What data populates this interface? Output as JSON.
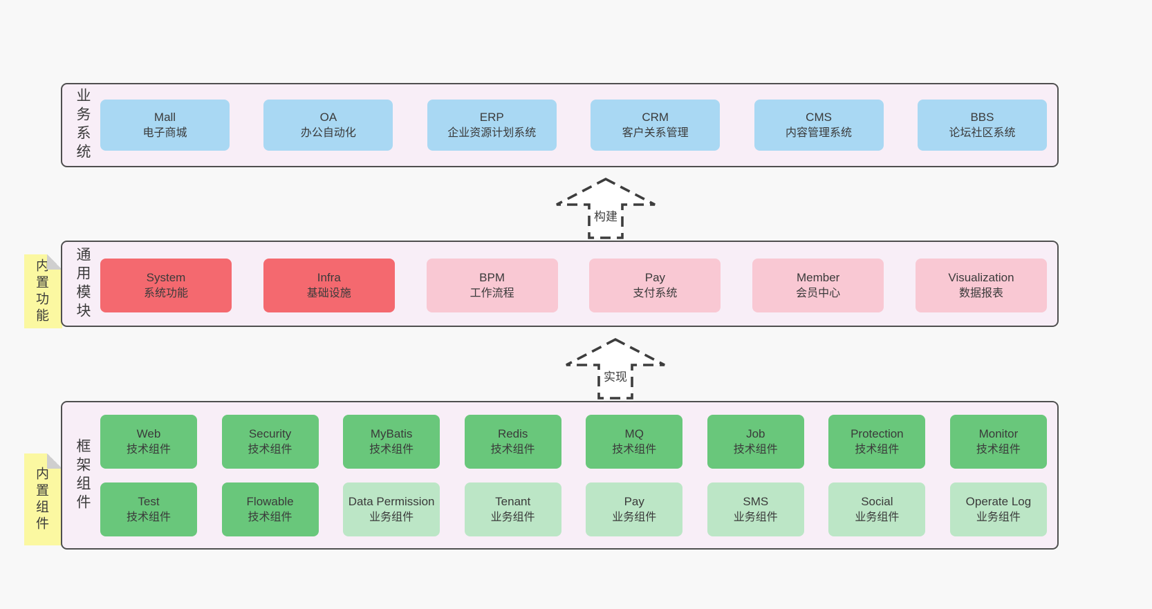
{
  "palette": {
    "page_bg": "#f8f8f8",
    "panel_bg": "#f8eef7",
    "panel_border": "#4f4f4f",
    "blue": "#a9d8f3",
    "red": "#f4696f",
    "pink": "#f9c8d3",
    "green_dark": "#69c77b",
    "green_light": "#bce6c6",
    "yellow": "#fbf8a1",
    "fold_gray": "#cfcfcf",
    "text": "#3a3a3a",
    "arrow_stroke": "#3d3d3d",
    "arrow_fill": "#ffffff"
  },
  "sections": {
    "business": {
      "label": "业务系统",
      "items": [
        {
          "name": "Mall",
          "desc": "电子商城",
          "type": "blue"
        },
        {
          "name": "OA",
          "desc": "办公自动化",
          "type": "blue"
        },
        {
          "name": "ERP",
          "desc": "企业资源计划系统",
          "type": "blue"
        },
        {
          "name": "CRM",
          "desc": "客户关系管理",
          "type": "blue"
        },
        {
          "name": "CMS",
          "desc": "内容管理系统",
          "type": "blue"
        },
        {
          "name": "BBS",
          "desc": "论坛社区系统",
          "type": "blue"
        }
      ]
    },
    "modules": {
      "label": "通用模块",
      "tag": "内置功能",
      "items": [
        {
          "name": "System",
          "desc": "系统功能",
          "type": "red"
        },
        {
          "name": "Infra",
          "desc": "基础设施",
          "type": "red"
        },
        {
          "name": "BPM",
          "desc": "工作流程",
          "type": "pink"
        },
        {
          "name": "Pay",
          "desc": "支付系统",
          "type": "pink"
        },
        {
          "name": "Member",
          "desc": "会员中心",
          "type": "pink"
        },
        {
          "name": "Visualization",
          "desc": "数据报表",
          "type": "pink"
        }
      ]
    },
    "framework": {
      "label": "框架组件",
      "tag": "内置组件",
      "row1": [
        {
          "name": "Web",
          "desc": "技术组件",
          "type": "green-dark"
        },
        {
          "name": "Security",
          "desc": "技术组件",
          "type": "green-dark"
        },
        {
          "name": "MyBatis",
          "desc": "技术组件",
          "type": "green-dark"
        },
        {
          "name": "Redis",
          "desc": "技术组件",
          "type": "green-dark"
        },
        {
          "name": "MQ",
          "desc": "技术组件",
          "type": "green-dark"
        },
        {
          "name": "Job",
          "desc": "技术组件",
          "type": "green-dark"
        },
        {
          "name": "Protection",
          "desc": "技术组件",
          "type": "green-dark"
        },
        {
          "name": "Monitor",
          "desc": "技术组件",
          "type": "green-dark"
        }
      ],
      "row2": [
        {
          "name": "Test",
          "desc": "技术组件",
          "type": "green-dark"
        },
        {
          "name": "Flowable",
          "desc": "技术组件",
          "type": "green-dark"
        },
        {
          "name": "Data Permission",
          "desc": "业务组件",
          "type": "green-light"
        },
        {
          "name": "Tenant",
          "desc": "业务组件",
          "type": "green-light"
        },
        {
          "name": "Pay",
          "desc": "业务组件",
          "type": "green-light"
        },
        {
          "name": "SMS",
          "desc": "业务组件",
          "type": "green-light"
        },
        {
          "name": "Social",
          "desc": "业务组件",
          "type": "green-light"
        },
        {
          "name": "Operate Log",
          "desc": "业务组件",
          "type": "green-light"
        }
      ]
    }
  },
  "arrows": [
    {
      "label": "构建"
    },
    {
      "label": "实现"
    }
  ]
}
